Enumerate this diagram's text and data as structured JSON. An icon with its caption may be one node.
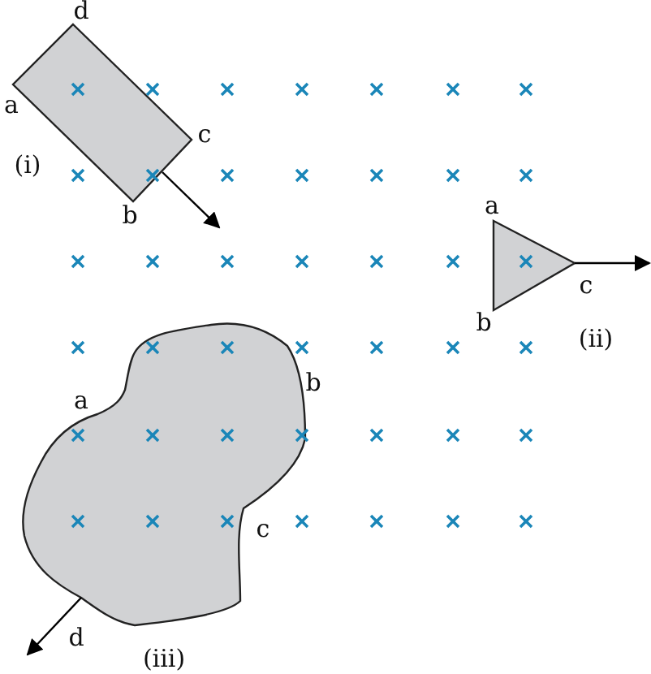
{
  "diagram": {
    "labels": [
      "d",
      "a",
      "c",
      "(i)",
      "b",
      "a",
      "c",
      "b",
      "(ii)",
      "a",
      "b",
      "c",
      "d",
      "(iii)"
    ]
  }
}
